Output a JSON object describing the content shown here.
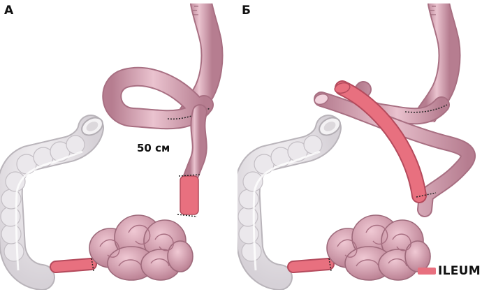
{
  "panels": {
    "a_label": "А",
    "b_label": "Б"
  },
  "annotation": {
    "length": "50 см"
  },
  "legend": {
    "label": "ILEUM",
    "color": "#e8707f"
  },
  "colors": {
    "colon": "#e6e2e6",
    "colon_outline": "#b3aeb4",
    "jejunum": "#cf9aaa",
    "jejunum_outline": "#9e6a7b",
    "stomach": "#d4a6b6",
    "ileum": "#e8707f"
  }
}
